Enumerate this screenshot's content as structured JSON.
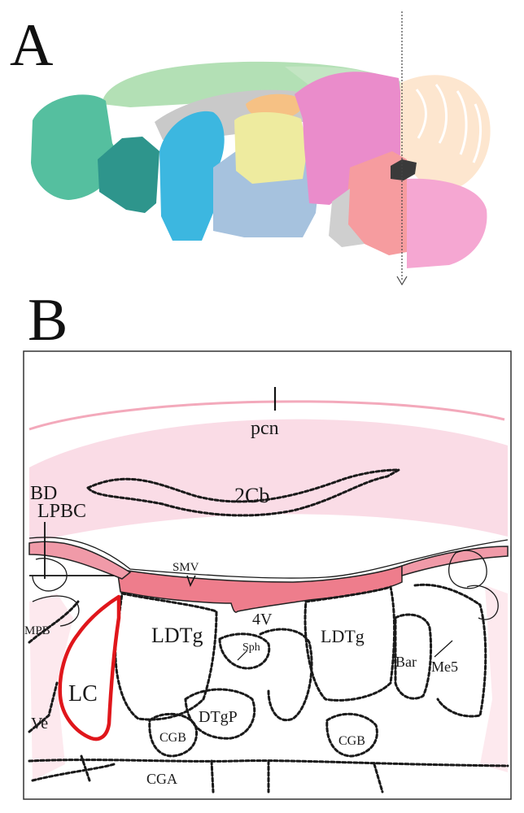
{
  "panels": {
    "a": {
      "letter": "A"
    },
    "b": {
      "letter": "B"
    }
  },
  "labels": {
    "pcn": "pcn",
    "cb2": "2Cb",
    "bd": "BD",
    "lpbc": "LPBC",
    "smv": "SMV",
    "v4": "4V",
    "mpb": "MPB",
    "ldtg_left": "LDTg",
    "ldtg_right": "LDTg",
    "sph": "Sph",
    "bar": "Bar",
    "me5": "Me5",
    "lc": "LC",
    "ve": "Ve",
    "dtgp": "DTgP",
    "cgb_left": "CGB",
    "cgb_right": "CGB",
    "cga": "CGA"
  },
  "colors": {
    "highlight_outline": "#e0161b",
    "ventricle_fill": "#ee7d8c",
    "section_tissue": "#fadce3",
    "cerebellum_band": "#f9dbe5",
    "brain_regions": {
      "olfactory": "#4fbf9e",
      "cortex": "#a9dcae",
      "striatum": "#3cb7e0",
      "thalamus": "#f0eb9c",
      "hypothalamus": "#a4c3df",
      "midbrain": "#ec89cc",
      "pons": "#f59aa1",
      "medulla": "#f4a3d1",
      "cerebellum": "#fde3c8",
      "locus_coeruleus": "#3a3a3a"
    }
  }
}
